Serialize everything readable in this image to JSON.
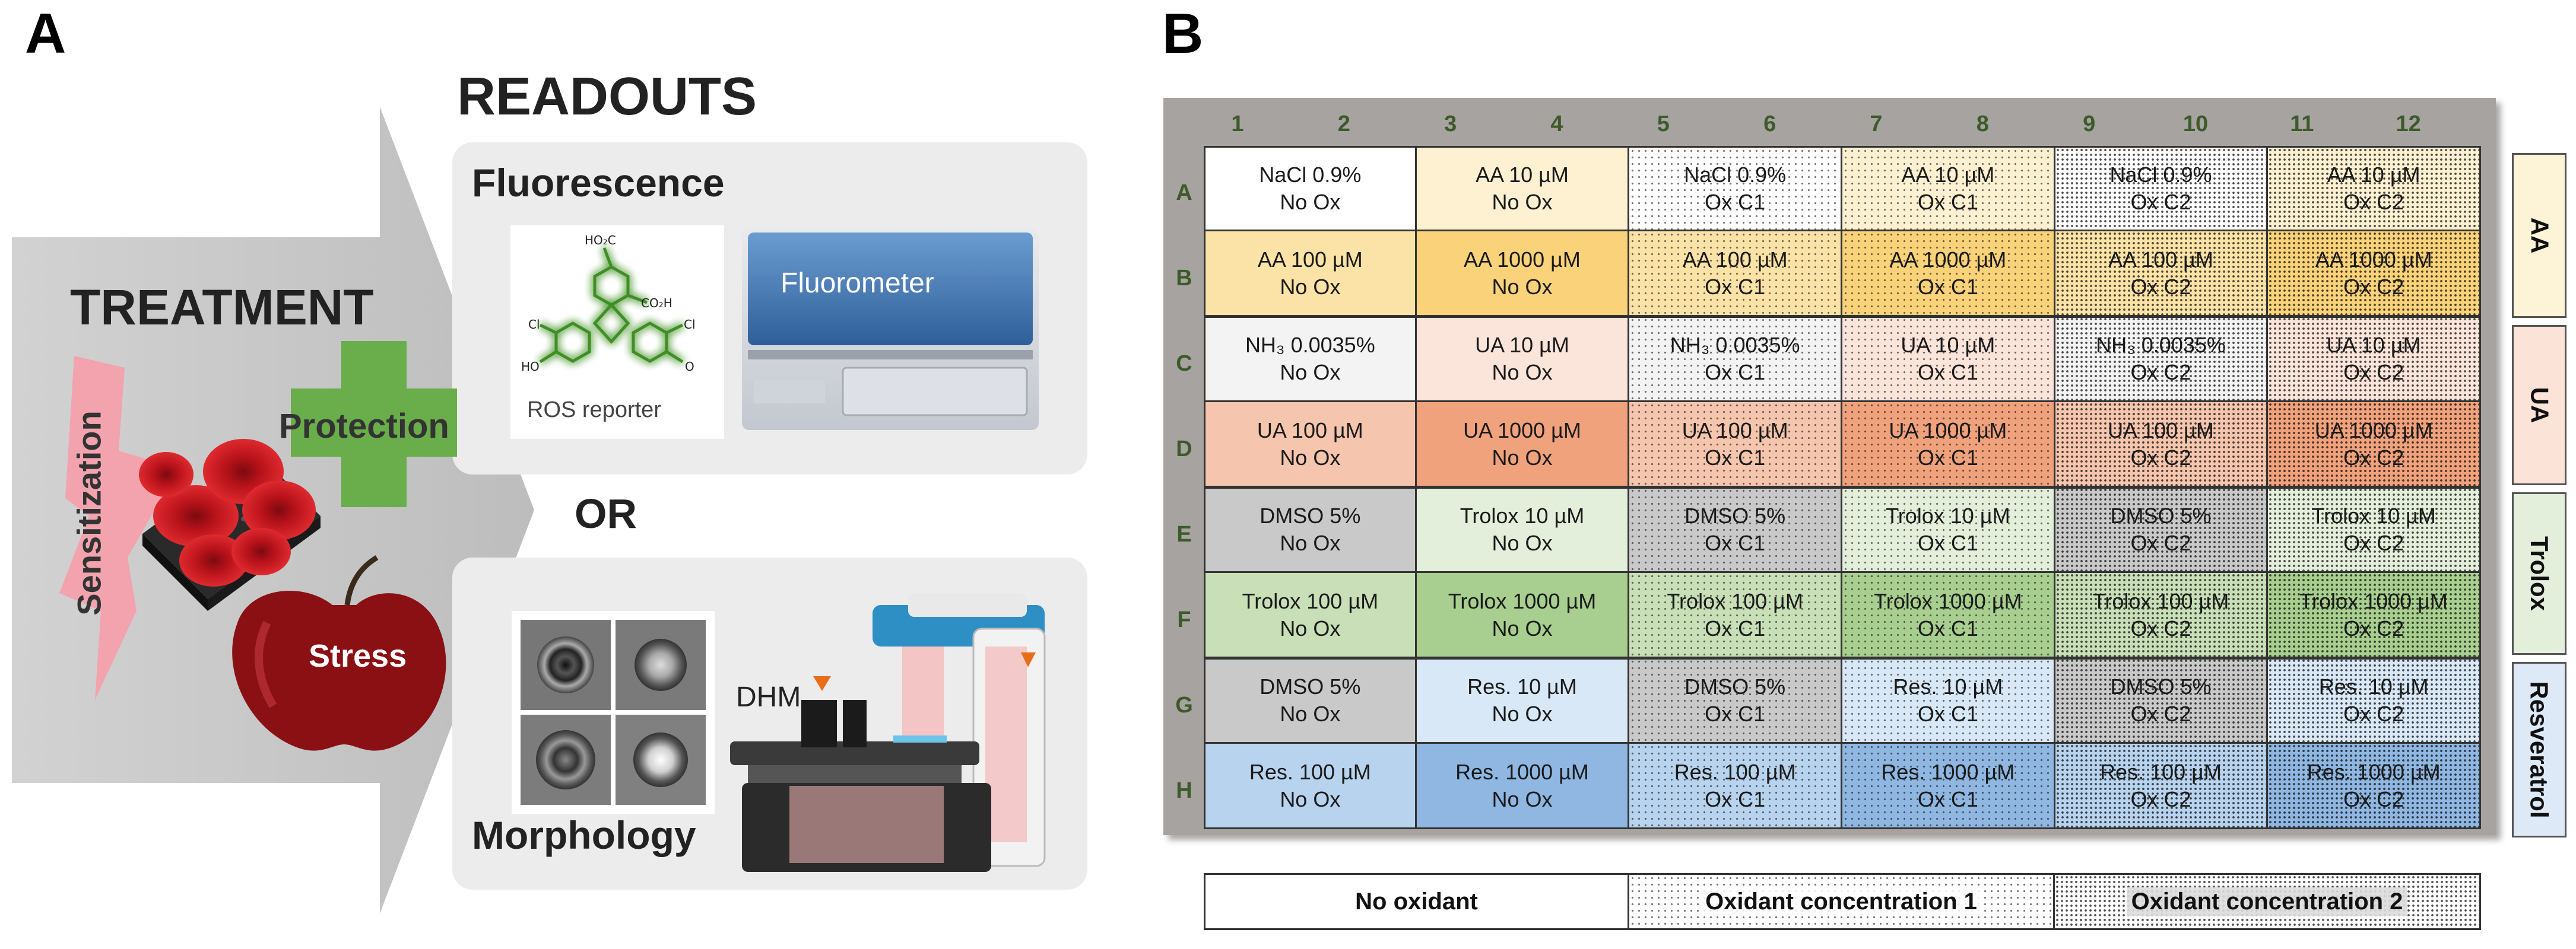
{
  "panel_a": {
    "label": "A",
    "treatment_title": "TREATMENT",
    "readouts_title": "READOUTS",
    "sensitization_label": "Sensitization",
    "protection_label": "Protection",
    "stress_label": "Stress",
    "fluorescence_title": "Fluorescence",
    "ros_reporter_label": "ROS reporter",
    "fluorometer_label": "Fluorometer",
    "or_label": "OR",
    "morphology_title": "Morphology",
    "dhm_label": "DHM",
    "molecule_labels": {
      "carboxy_top": "HO₂C",
      "carboxy_mid": "CO₂H",
      "cl_left": "Cl",
      "cl_right": "Cl",
      "ho": "HO",
      "o": "O"
    }
  },
  "panel_b": {
    "label": "B",
    "column_numbers": [
      "1",
      "2",
      "3",
      "4",
      "5",
      "6",
      "7",
      "8",
      "9",
      "10",
      "11",
      "12"
    ],
    "row_letters": [
      "A",
      "B",
      "C",
      "D",
      "E",
      "F",
      "G",
      "H"
    ],
    "rows": [
      {
        "row": "A",
        "groups": [
          {
            "line1": "NaCl 0.9%",
            "line2": "No Ox"
          },
          {
            "line1": "AA 10 µM",
            "line2": "No Ox"
          },
          {
            "line1": "NaCl 0.9%",
            "line2": "Ox C1"
          },
          {
            "line1": "AA 10 µM",
            "line2": "Ox C1"
          },
          {
            "line1": "NaCl 0.9%",
            "line2": "Ox C2"
          },
          {
            "line1": "AA 10 µM",
            "line2": "Ox C2"
          }
        ]
      },
      {
        "row": "B",
        "groups": [
          {
            "line1": "AA 100 µM",
            "line2": "No Ox"
          },
          {
            "line1": "AA 1000 µM",
            "line2": "No Ox"
          },
          {
            "line1": "AA 100 µM",
            "line2": "Ox C1"
          },
          {
            "line1": "AA 1000 µM",
            "line2": "Ox C1"
          },
          {
            "line1": "AA 100 µM",
            "line2": "Ox C2"
          },
          {
            "line1": "AA 1000 µM",
            "line2": "Ox C2"
          }
        ]
      },
      {
        "row": "C",
        "groups": [
          {
            "line1": "NH₃ 0.0035%",
            "line2": "No Ox"
          },
          {
            "line1": "UA 10 µM",
            "line2": "No Ox"
          },
          {
            "line1": "NH₃ 0.0035%",
            "line2": "Ox C1"
          },
          {
            "line1": "UA 10 µM",
            "line2": "Ox C1"
          },
          {
            "line1": "NH₃ 0.0035%",
            "line2": "Ox C2"
          },
          {
            "line1": "UA 10 µM",
            "line2": "Ox C2"
          }
        ]
      },
      {
        "row": "D",
        "groups": [
          {
            "line1": "UA 100 µM",
            "line2": "No Ox"
          },
          {
            "line1": "UA 1000 µM",
            "line2": "No Ox"
          },
          {
            "line1": "UA 100 µM",
            "line2": "Ox C1"
          },
          {
            "line1": "UA 1000 µM",
            "line2": "Ox C1"
          },
          {
            "line1": "UA 100 µM",
            "line2": "Ox C2"
          },
          {
            "line1": "UA 1000 µM",
            "line2": "Ox C2"
          }
        ]
      },
      {
        "row": "E",
        "groups": [
          {
            "line1": "DMSO 5%",
            "line2": "No Ox"
          },
          {
            "line1": "Trolox 10 µM",
            "line2": "No Ox"
          },
          {
            "line1": "DMSO 5%",
            "line2": "Ox C1"
          },
          {
            "line1": "Trolox 10 µM",
            "line2": "Ox C1"
          },
          {
            "line1": "DMSO 5%",
            "line2": "Ox C2"
          },
          {
            "line1": "Trolox 10 µM",
            "line2": "Ox C2"
          }
        ]
      },
      {
        "row": "F",
        "groups": [
          {
            "line1": "Trolox 100 µM",
            "line2": "No Ox"
          },
          {
            "line1": "Trolox 1000 µM",
            "line2": "No Ox"
          },
          {
            "line1": "Trolox 100 µM",
            "line2": "Ox C1"
          },
          {
            "line1": "Trolox 1000 µM",
            "line2": "Ox C1"
          },
          {
            "line1": "Trolox 100 µM",
            "line2": "Ox C2"
          },
          {
            "line1": "Trolox 1000 µM",
            "line2": "Ox C2"
          }
        ]
      },
      {
        "row": "G",
        "groups": [
          {
            "line1": "DMSO 5%",
            "line2": "No Ox"
          },
          {
            "line1": "Res. 10 µM",
            "line2": "No Ox"
          },
          {
            "line1": "DMSO 5%",
            "line2": "Ox C1"
          },
          {
            "line1": "Res. 10 µM",
            "line2": "Ox C1"
          },
          {
            "line1": "DMSO 5%",
            "line2": "Ox C2"
          },
          {
            "line1": "Res. 10 µM",
            "line2": "Ox C2"
          }
        ]
      },
      {
        "row": "H",
        "groups": [
          {
            "line1": "Res. 100 µM",
            "line2": "No Ox"
          },
          {
            "line1": "Res. 1000 µM",
            "line2": "No Ox"
          },
          {
            "line1": "Res. 100 µM",
            "line2": "Ox C1"
          },
          {
            "line1": "Res. 1000 µM",
            "line2": "Ox C1"
          },
          {
            "line1": "Res. 100 µM",
            "line2": "Ox C2"
          },
          {
            "line1": "Res. 1000 µM",
            "line2": "Ox C2"
          }
        ]
      }
    ],
    "side_labels": [
      "AA",
      "UA",
      "Trolox",
      "Resveratrol"
    ],
    "legend": [
      "No oxidant",
      "Oxidant concentration 1",
      "Oxidant concentration 2"
    ]
  },
  "colors": {
    "plate_frame": "#a7a3a0",
    "fluor_green": "#6abb3f",
    "protection_green": "#6aad4b",
    "sensitization_pink": "#f3a3ad",
    "blood_red": "#c4121b",
    "column_number_text": "#3d5a2a",
    "aa_tint": "#fdf3d6",
    "ua_tint": "#fbe3d8",
    "trolox_tint": "#e4efdb",
    "res_tint": "#dde9f6"
  }
}
